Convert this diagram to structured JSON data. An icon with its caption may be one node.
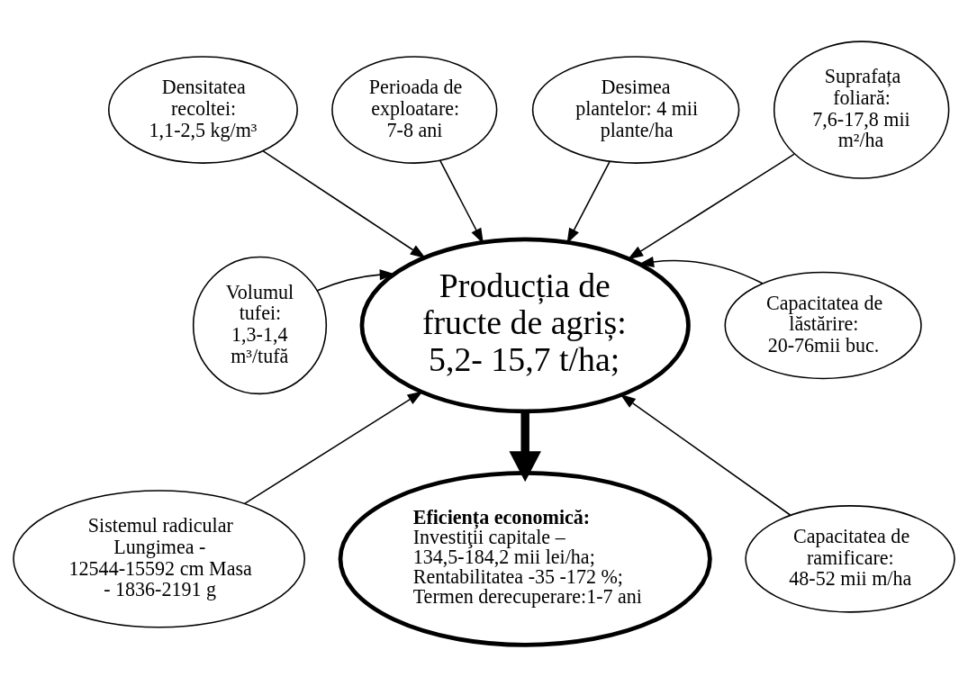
{
  "diagram": {
    "nodes": [
      {
        "text": [
          "Densitatea recoltei: 1,1-2,5 kg/m³"
        ]
      },
      {
        "text": [
          "Perioada de exploatare: 7-8 ani"
        ]
      },
      {
        "text": [
          "Desimea plantelor: 4 mii plante/ha"
        ]
      },
      {
        "text": [
          "Suprafața foliară: 7,6-17,8 mii m²/ha"
        ]
      },
      {
        "text": [
          "Volumul tufei: 1,3-1,4 m³/tufă"
        ]
      },
      {
        "text": [
          "Producția de fructe de agriș: 5,2- 15,7 t/ha;"
        ]
      },
      {
        "text": [
          "Capacitatea de lăstărire: 20-76mii buc."
        ]
      },
      {
        "text": [
          "Sistemul radicular Lungimea - 12544-15592 cm Masa - 1836-2191 g"
        ]
      },
      {
        "text": [
          "Capacitatea de ramificare: 48-52 mii m/ha"
        ]
      },
      {
        "text": [
          "Eficiența economică:",
          "Investiţii capitale – 134,5-184,2 mii lei/ha; Rentabilitatea -35 -172 %; Termen derecuperare:1-7 ani"
        ]
      }
    ],
    "edges": [
      {
        "from": 0,
        "to": 5,
        "arrow": "to"
      },
      {
        "from": 1,
        "to": 5,
        "arrow": "to"
      },
      {
        "from": 2,
        "to": 5,
        "arrow": "to"
      },
      {
        "from": 3,
        "to": 5,
        "arrow": "to"
      },
      {
        "from": 4,
        "to": 5,
        "arrow": "to"
      },
      {
        "from": 6,
        "to": 5,
        "arrow": "to"
      },
      {
        "from": 7,
        "to": 5,
        "arrow": "to"
      },
      {
        "from": 8,
        "to": 5,
        "arrow": "to"
      },
      {
        "from": 5,
        "to": 9,
        "arrow": "to",
        "style": "thick"
      }
    ]
  }
}
